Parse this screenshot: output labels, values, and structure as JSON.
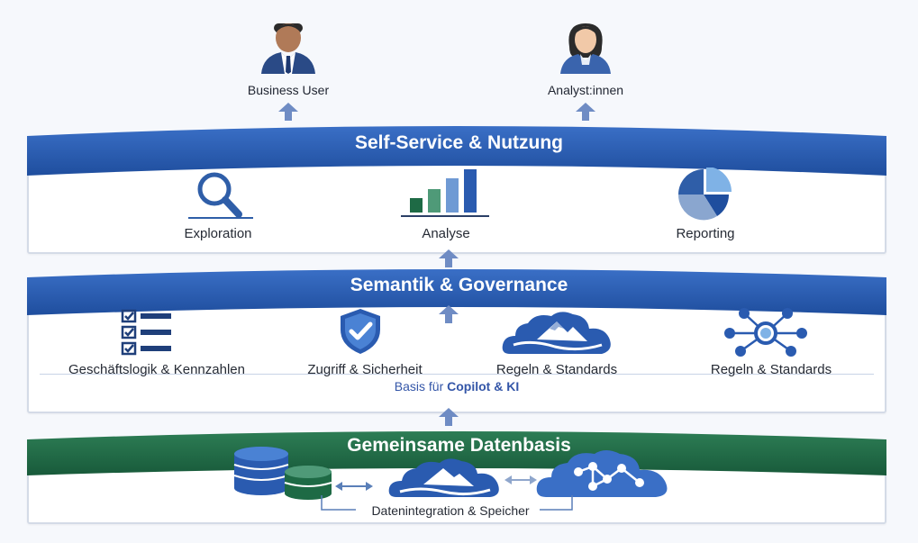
{
  "users": [
    {
      "label": "Business User",
      "icon": "business-user-icon"
    },
    {
      "label": "Analyst:innen",
      "icon": "analyst-icon"
    }
  ],
  "layers": {
    "top": {
      "title": "Self-Service & Nutzung",
      "color": "#2a5bb0",
      "items": [
        {
          "label": "Exploration",
          "icon": "magnifier-icon"
        },
        {
          "label": "Analyse",
          "icon": "bar-chart-icon"
        },
        {
          "label": "Reporting",
          "icon": "pie-chart-icon"
        }
      ]
    },
    "middle": {
      "title": "Semantik & Governance",
      "color": "#2a5bb0",
      "items": [
        {
          "label": "Geschäftslogik & Kennzahlen",
          "icon": "checklist-icon"
        },
        {
          "label": "Zugriff & Sicherheit",
          "icon": "shield-check-icon"
        },
        {
          "label": "Regeln & Standards",
          "icon": "cloud-mountain-icon"
        },
        {
          "label": "Regeln & Standards",
          "icon": "network-node-icon"
        }
      ],
      "footer_prefix": "Basis für ",
      "footer_bold": "Copilot & KI"
    },
    "bottom": {
      "title": "Gemeinsame Datenbasis",
      "color": "#1e6a45",
      "items_icons": [
        "database-icon",
        "cloud-mountain-icon",
        "cloud-network-icon"
      ],
      "footer": "Datenintegration & Speicher"
    }
  },
  "colors": {
    "blue": "#2a5bb0",
    "green": "#1e6a45",
    "arrow": "#6f8cc4"
  }
}
